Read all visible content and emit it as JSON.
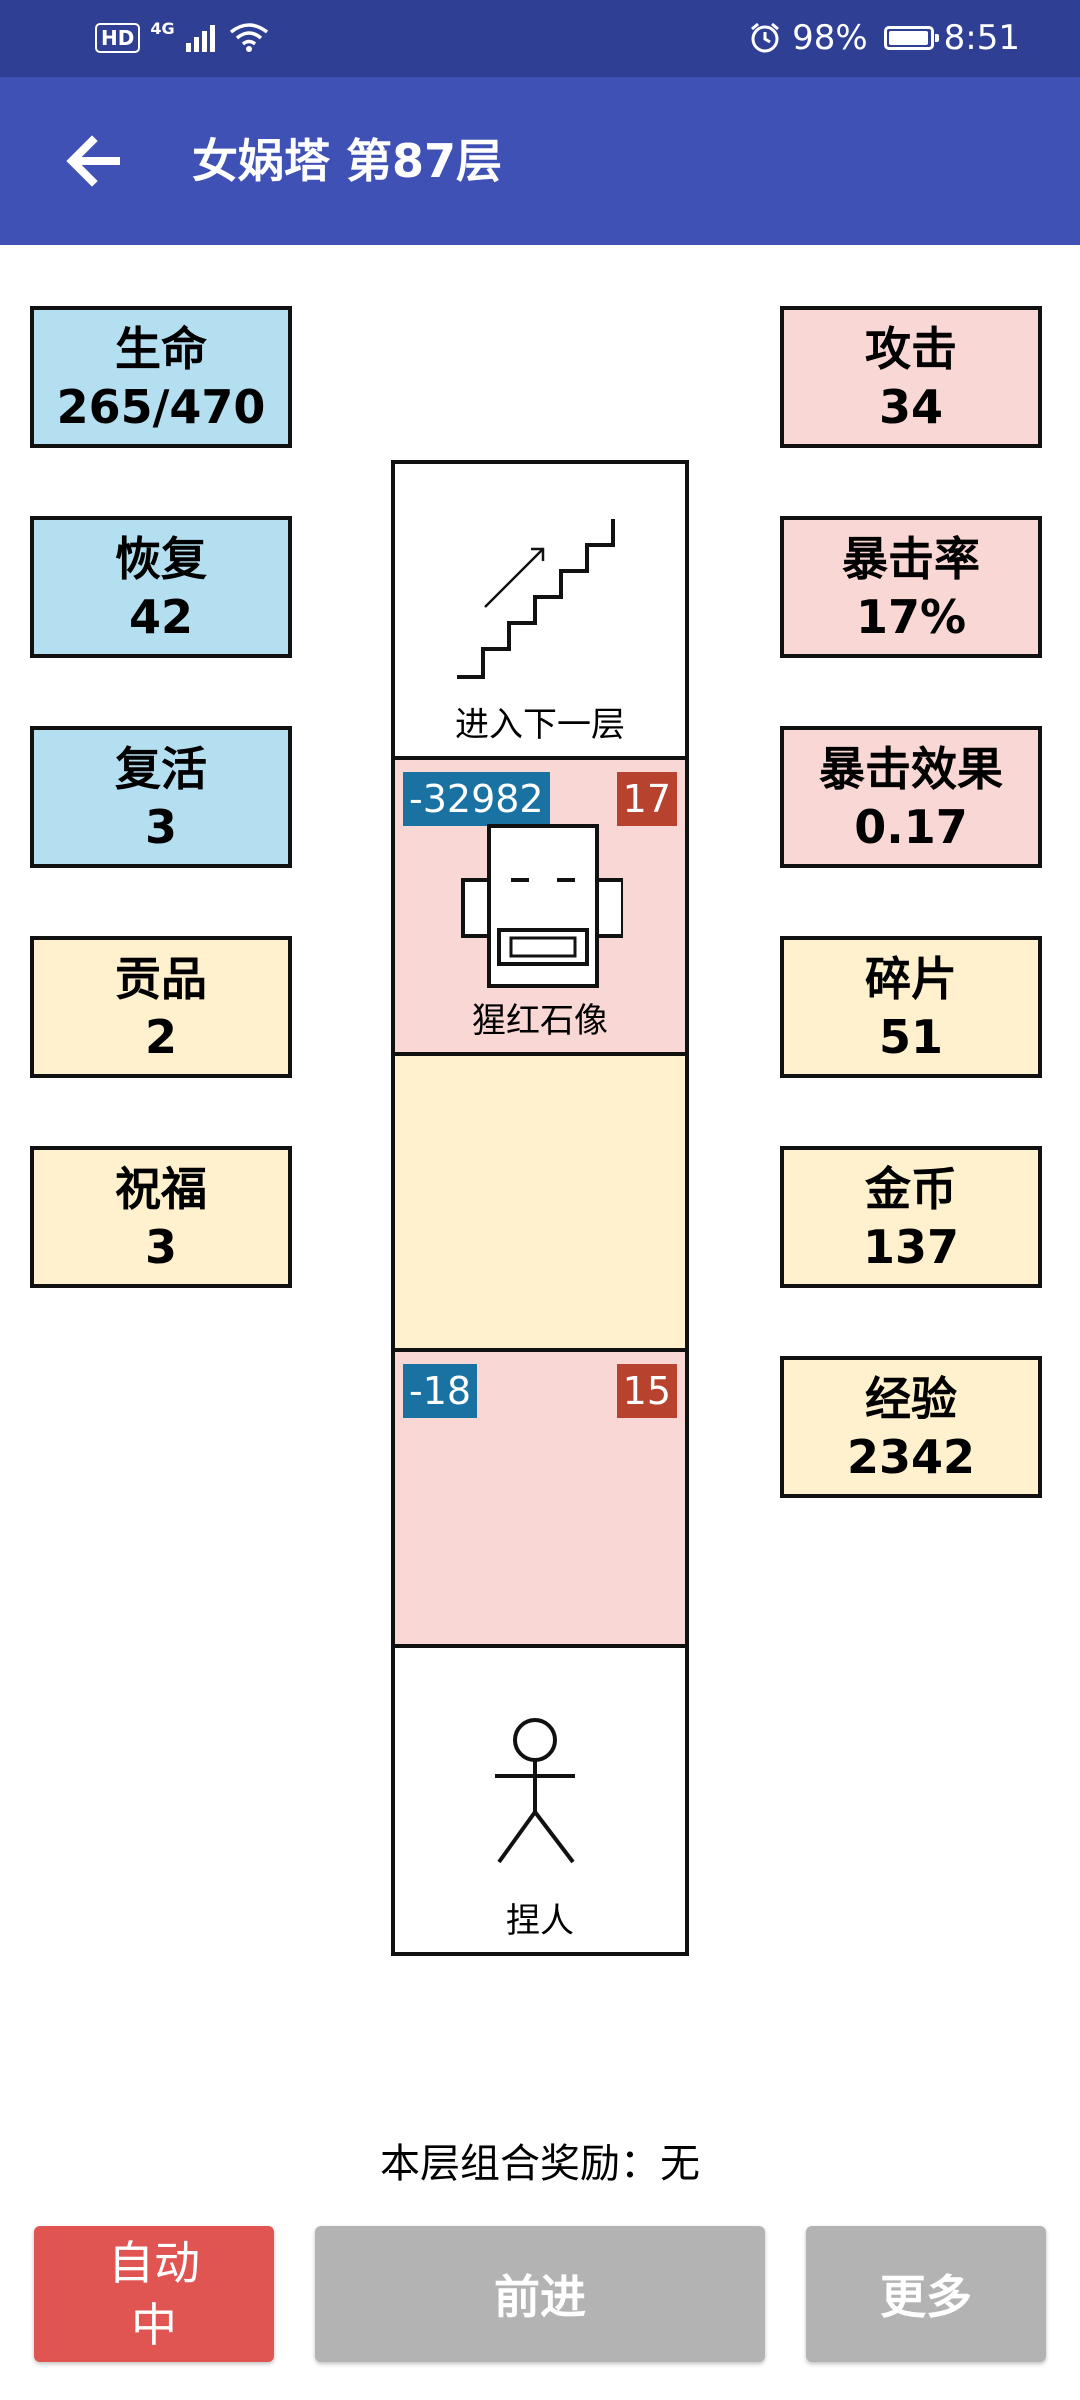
{
  "status_bar": {
    "hd": "HD",
    "network": "4G",
    "battery": "98%",
    "battery_level": 0.98,
    "time": "8:51",
    "icons": [
      "signal-icon",
      "wifi-icon",
      "alarm-icon",
      "battery-icon"
    ]
  },
  "app_bar": {
    "title": "女娲塔 第87层",
    "back_icon": "arrow-left-icon"
  },
  "left_stats": [
    {
      "label": "生命",
      "value": "265/470",
      "color": "#b3dff1"
    },
    {
      "label": "恢复",
      "value": "42",
      "color": "#b3dff1"
    },
    {
      "label": "复活",
      "value": "3",
      "color": "#b3dff1"
    },
    {
      "label": "贡品",
      "value": "2",
      "color": "#fff1ce"
    },
    {
      "label": "祝福",
      "value": "3",
      "color": "#fff1ce"
    }
  ],
  "right_stats": [
    {
      "label": "攻击",
      "value": "34",
      "color": "#f8d7d5"
    },
    {
      "label": "暴击率",
      "value": "17%",
      "color": "#f8d7d5"
    },
    {
      "label": "暴击效果",
      "value": "0.17",
      "color": "#f8d7d5"
    },
    {
      "label": "碎片",
      "value": "51",
      "color": "#fff1ce"
    },
    {
      "label": "金币",
      "value": "137",
      "color": "#fff1ce"
    },
    {
      "label": "经验",
      "value": "2342",
      "color": "#fff1ce"
    }
  ],
  "tower": {
    "next_floor": {
      "caption": "进入下一层",
      "icon": "stairs-icon"
    },
    "enemy1": {
      "name": "猩红石像",
      "hp": "-32982",
      "atk": "17",
      "icon": "stone-statue-icon"
    },
    "empty": {},
    "enemy2": {
      "hp": "-18",
      "atk": "15"
    },
    "player": {
      "caption": "捏人",
      "icon": "stick-figure-icon"
    }
  },
  "footer": {
    "reward": "本层组合奖励：无",
    "auto_line1": "自动",
    "auto_line2": "中",
    "forward": "前进",
    "more": "更多"
  }
}
